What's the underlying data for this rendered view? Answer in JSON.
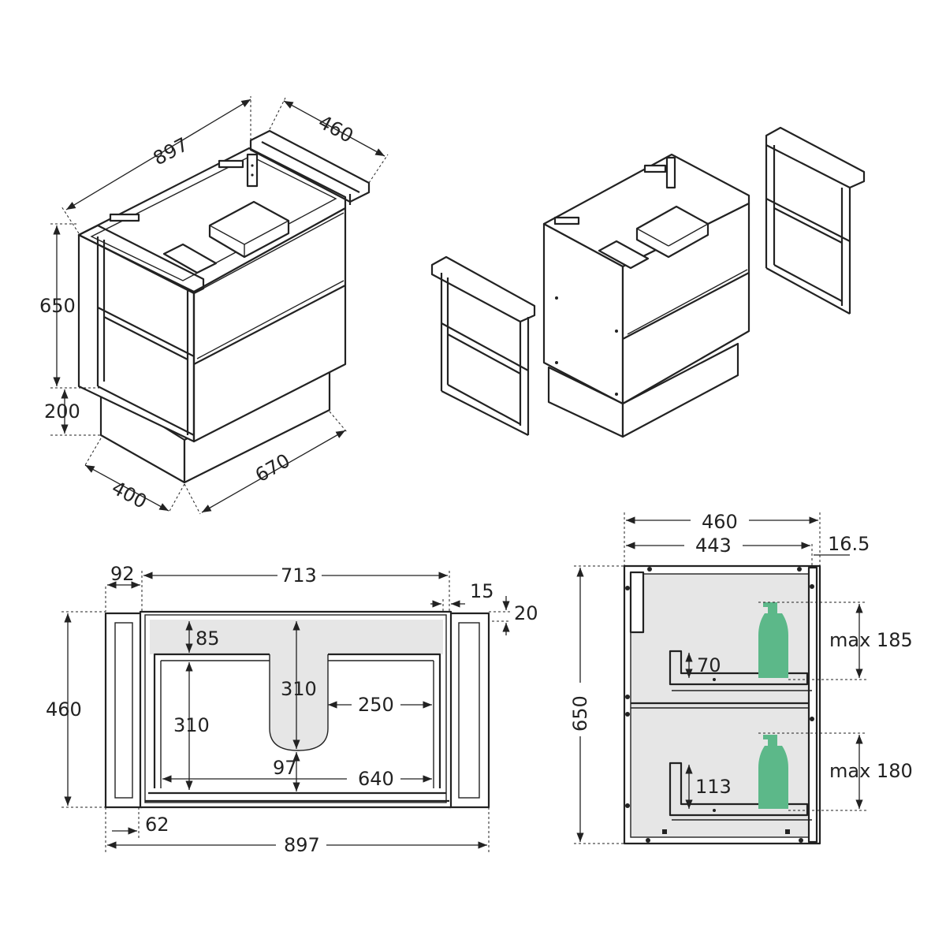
{
  "dimensions": {
    "iso_width": "897",
    "iso_depth": "460",
    "iso_height": "650",
    "iso_plinth_height": "200",
    "iso_plinth_depth": "400",
    "iso_plinth_width": "670",
    "plan_side_width": "92",
    "plan_inner_width": "713",
    "plan_frame_gap": "15",
    "plan_frame_offset": "20",
    "plan_depth": "460",
    "plan_front_cut": "85",
    "plan_cutout_depth": "310",
    "plan_drawer_depth": "310",
    "plan_cutout_side": "250",
    "plan_cutout_rear": "97",
    "plan_drawer_width": "640",
    "plan_frame_depth": "62",
    "plan_total_width": "897",
    "side_depth": "460",
    "side_inner_depth": "443",
    "side_front_thickness": "16.5",
    "side_height": "650",
    "top_max_height": "max 185",
    "top_drawer_side": "70",
    "bottom_max_height": "max 180",
    "bottom_drawer_side": "113"
  },
  "colors": {
    "line": "#222222",
    "section_fill": "#e6e6e6",
    "bottle": "#5cb889"
  }
}
